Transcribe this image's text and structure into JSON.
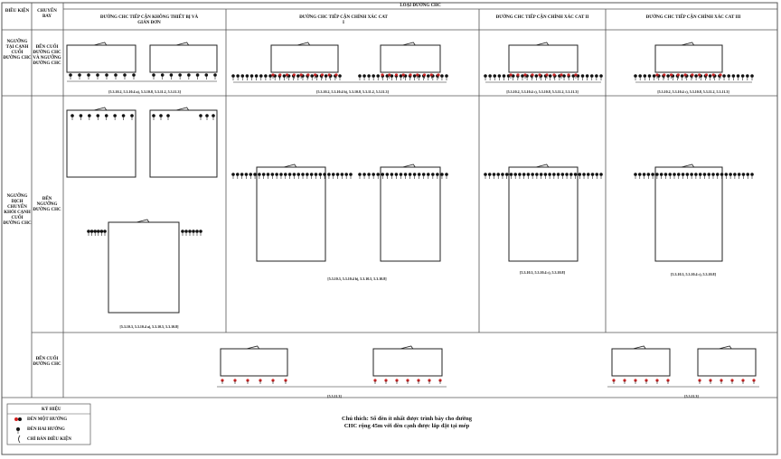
{
  "headers": {
    "condition": "ĐIỀU KIỆN",
    "flight_mode": "CHUYẾN BAY",
    "runway_type": "LOẠI ĐƯỜNG CHC",
    "col_non_instrument": "ĐƯỜNG CHC TIẾP CẬN KHÔNG THIẾT BỊ VÀ GIẢN ĐƠN",
    "col_cat1": "ĐƯỜNG CHC TIẾP CẬN CHÍNH XÁC CAT I",
    "col_cat2": "ĐƯỜNG CHC TIẾP CẬN CHÍNH XÁC CAT II",
    "col_cat3": "ĐƯỜNG CHC TIẾP CẬN CHÍNH XÁC CAT III"
  },
  "rows": {
    "row1_condition": "NGƯỠNG TẠI CẠNH CUỐI ĐƯỜNG CHC",
    "row1_flight": "ĐẾN CUỐI ĐƯỜNG CHC VÀ NGƯỠNG ĐƯỜNG CHC",
    "row2_condition": "NGƯỠNG DỊCH CHUYỂN KHỎI CẠNH CUỐI ĐƯỜNG CHC",
    "row2_flight": "ĐẾN NGƯỠNG ĐƯỜNG CHC",
    "row3_flight": "ĐẾN CUỐI ĐƯỜNG CHC"
  },
  "refs": {
    "r1_non_instrument": "[5.3.10.2, 5.3.10.4 a), 5.3.10.8, 5.3.11.2, 5.3.11.3]",
    "r1_cat1": "[5.3.10.2, 5.3.10.4 b), 5.3.10.8, 5.3.11.2, 5.3.11.3]",
    "r1_cat2": "[5.3.10.2, 5.3.10.4 c), 5.3.10.8, 5.3.11.2, 5.3.11.3]",
    "r1_cat3": "[5.3.10.2, 5.3.10.4 c), 5.3.10.8, 5.3.11.2, 5.3.11.3]",
    "r2_non_instrument": "[5.3.10.3, 5.3.10.4 a), 5.3.10.5, 5.3.10.8]",
    "r2_cat1": "[5.3.10.3, 5.3.10.4 b), 5.3.10.5, 5.3.10.8]",
    "r2_cat2": "[5.3.10.3, 5.3.10.4 c), 5.3.10.8]",
    "r2_cat3": "[5.3.10.3, 5.3.10.4 c), 5.3.10.8]",
    "r3_left": "[5.3.11.3]",
    "r3_right": "[5.3.11.3]"
  },
  "legend": {
    "title": "KÝ HIỆU",
    "item1": "ĐÈN MỘT HƯỚNG",
    "item2": "ĐÈN HAI HƯỚNG",
    "item3": "CHỈ BÁN ĐIỀU KIỆN"
  },
  "note": {
    "line1": "Chú thích: Số đèn ít nhất được trình bày cho đường",
    "line2": "CHC rộng 45m với đèn cạnh được lắp đặt tại mép"
  },
  "colors": {
    "red_light": "#d42020",
    "black_light": "#111111",
    "grid": "#555555"
  }
}
